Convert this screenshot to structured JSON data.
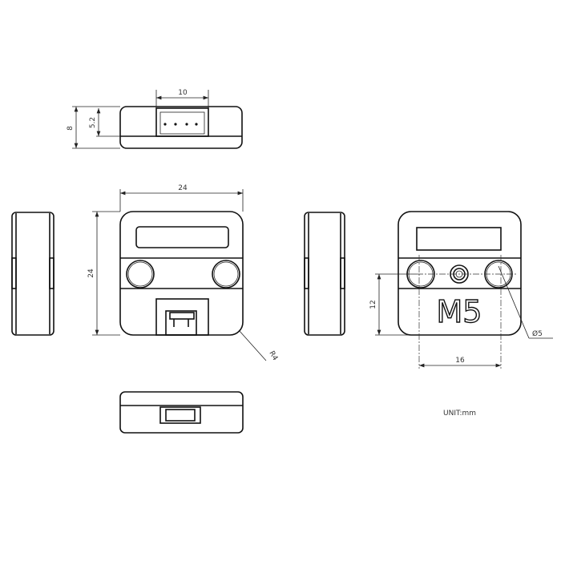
{
  "top_view": {
    "width_label": "10",
    "height_label": "8",
    "connector_height_label": "5.2"
  },
  "front_view": {
    "width_label": "24",
    "height_label": "24",
    "radius_label": "R4"
  },
  "back_view": {
    "logo_text": "M5",
    "hole_spacing_label": "16",
    "hole_height_label": "12",
    "hole_diameter_label": "Ø5"
  },
  "unit_label": "UNIT:mm"
}
